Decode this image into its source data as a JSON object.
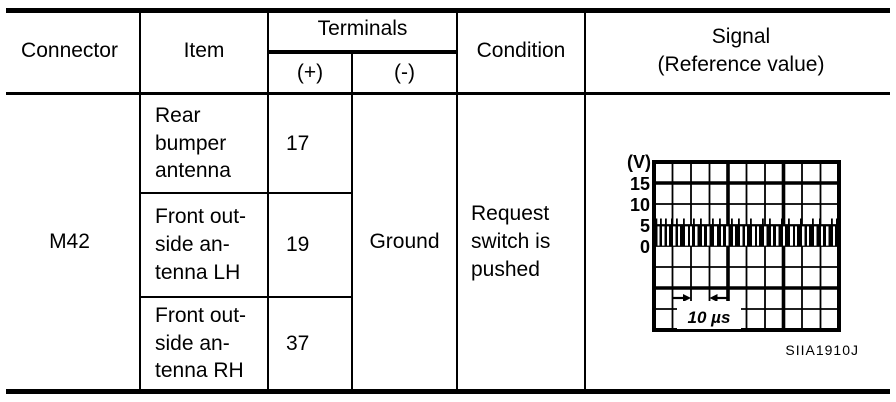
{
  "table": {
    "headers": {
      "connector": "Connector",
      "item": "Item",
      "terminals": "Terminals",
      "plus": "(+)",
      "minus": "(-)",
      "condition": "Condition",
      "signal": "Signal\n(Reference value)"
    },
    "connector": "M42",
    "rows": [
      {
        "item": "Rear\nbumper\nantenna",
        "terminal_plus": "17"
      },
      {
        "item": "Front out-\nside an-\ntenna LH",
        "terminal_plus": "19"
      },
      {
        "item": "Front out-\nside an-\ntenna RH",
        "terminal_plus": "37"
      }
    ],
    "terminal_minus": "Ground",
    "condition": "Request\nswitch is\npushed"
  },
  "scope": {
    "unit_label": "(V)",
    "y_ticks": [
      "15",
      "10",
      "5",
      "0"
    ],
    "time_label": "10 µs",
    "figure_id": "SIIA1910J",
    "signal_high_v": 5,
    "signal_low_v": 0,
    "waveform": {
      "gaps": [
        [
          2.5,
          2
        ],
        [
          7,
          2.5
        ],
        [
          12,
          2
        ],
        [
          18,
          2.5
        ],
        [
          23,
          2
        ],
        [
          30,
          3
        ],
        [
          35,
          2
        ],
        [
          40,
          2.5
        ],
        [
          47,
          2
        ],
        [
          52,
          2.5
        ],
        [
          59,
          3
        ],
        [
          66,
          2
        ],
        [
          71,
          2.5
        ],
        [
          78,
          2
        ],
        [
          85,
          2.5
        ],
        [
          90,
          2
        ],
        [
          97,
          3
        ],
        [
          102,
          2
        ],
        [
          109,
          2.5
        ],
        [
          116,
          2
        ],
        [
          121,
          2.5
        ],
        [
          128,
          2
        ],
        [
          135,
          3
        ],
        [
          140,
          2
        ],
        [
          147,
          2.5
        ],
        [
          152,
          2
        ],
        [
          159,
          2.5
        ],
        [
          166,
          2
        ],
        [
          171,
          2.5
        ],
        [
          178,
          2
        ]
      ],
      "spikes": [
        0.5,
        5,
        10,
        16,
        21,
        28,
        38,
        45,
        57,
        64,
        76,
        83,
        95,
        107,
        114,
        126,
        133,
        145,
        157,
        164,
        176,
        181
      ]
    }
  },
  "colors": {
    "ink": "#000000",
    "paper": "#ffffff"
  }
}
